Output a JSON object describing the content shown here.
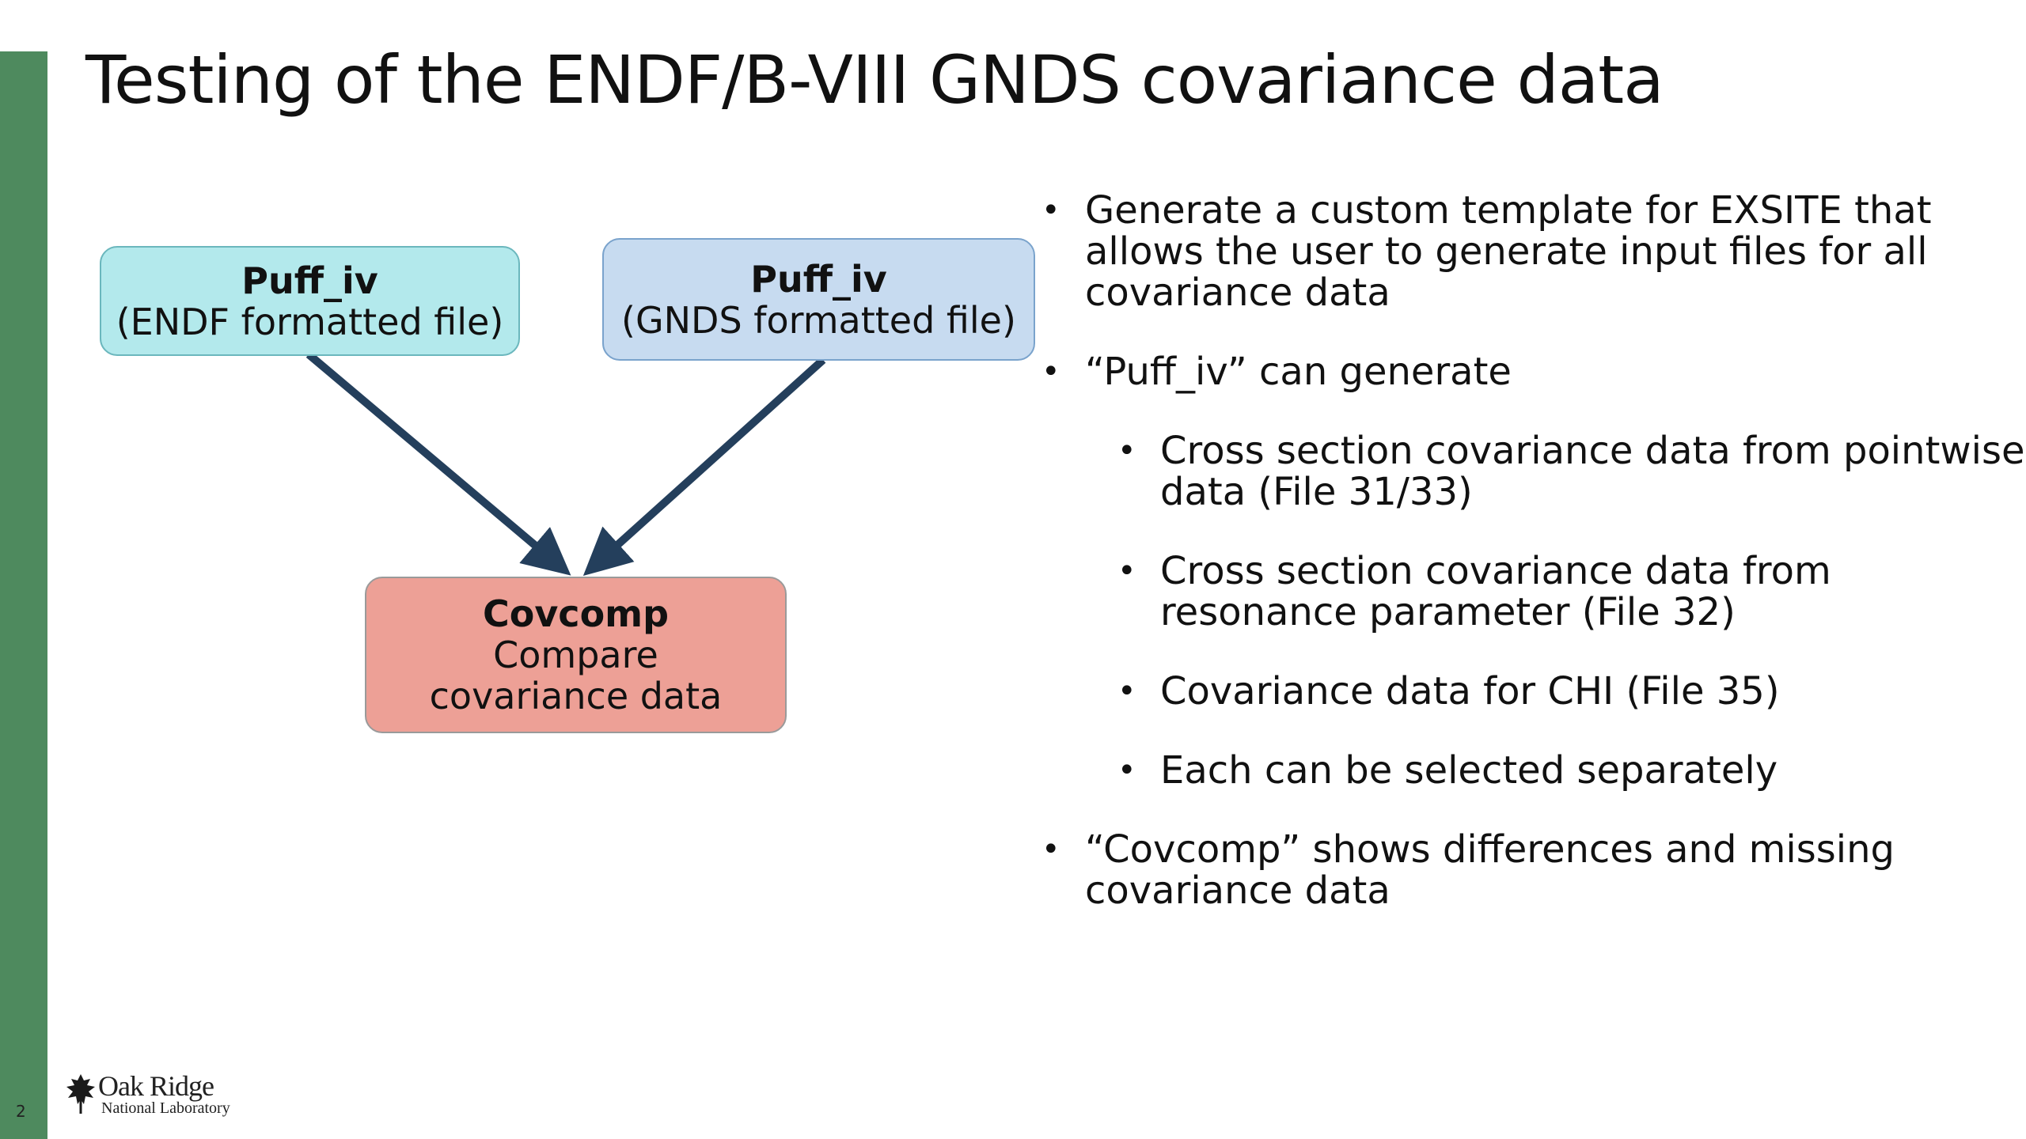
{
  "slide": {
    "title": "Testing of the ENDF/B-VIII GNDS covariance data",
    "page_number": "2"
  },
  "diagram": {
    "box_endf": {
      "title": "Puff_iv",
      "subtitle": "(ENDF formatted file)"
    },
    "box_gnds": {
      "title": "Puff_iv",
      "subtitle": "(GNDS formatted file)"
    },
    "box_covcomp": {
      "title": "Covcomp",
      "line1": "Compare",
      "line2": "covariance data"
    },
    "colors": {
      "endf_fill": "#b3e9ec",
      "gnds_fill": "#c7dbf0",
      "covcomp_fill": "#eda096",
      "arrow": "#243f5c",
      "accent_bar": "#4e8a5e"
    }
  },
  "bullets": [
    {
      "level": 1,
      "text": "Generate a custom template for EXSITE that allows the user to generate input files for all covariance data"
    },
    {
      "level": 1,
      "text": "“Puff_iv” can generate"
    },
    {
      "level": 2,
      "text": "Cross section covariance data from pointwise data (File 31/33)"
    },
    {
      "level": 2,
      "text": "Cross section covariance data from resonance parameter (File 32)"
    },
    {
      "level": 2,
      "text": "Covariance data for CHI (File 35)"
    },
    {
      "level": 2,
      "text": "Each can be selected separately"
    },
    {
      "level": 1,
      "text": "“Covcomp” shows differences and missing covariance data"
    }
  ],
  "logo": {
    "line1": "Oak Ridge",
    "line2": "National Laboratory",
    "icon": "oak-leaf-icon"
  }
}
